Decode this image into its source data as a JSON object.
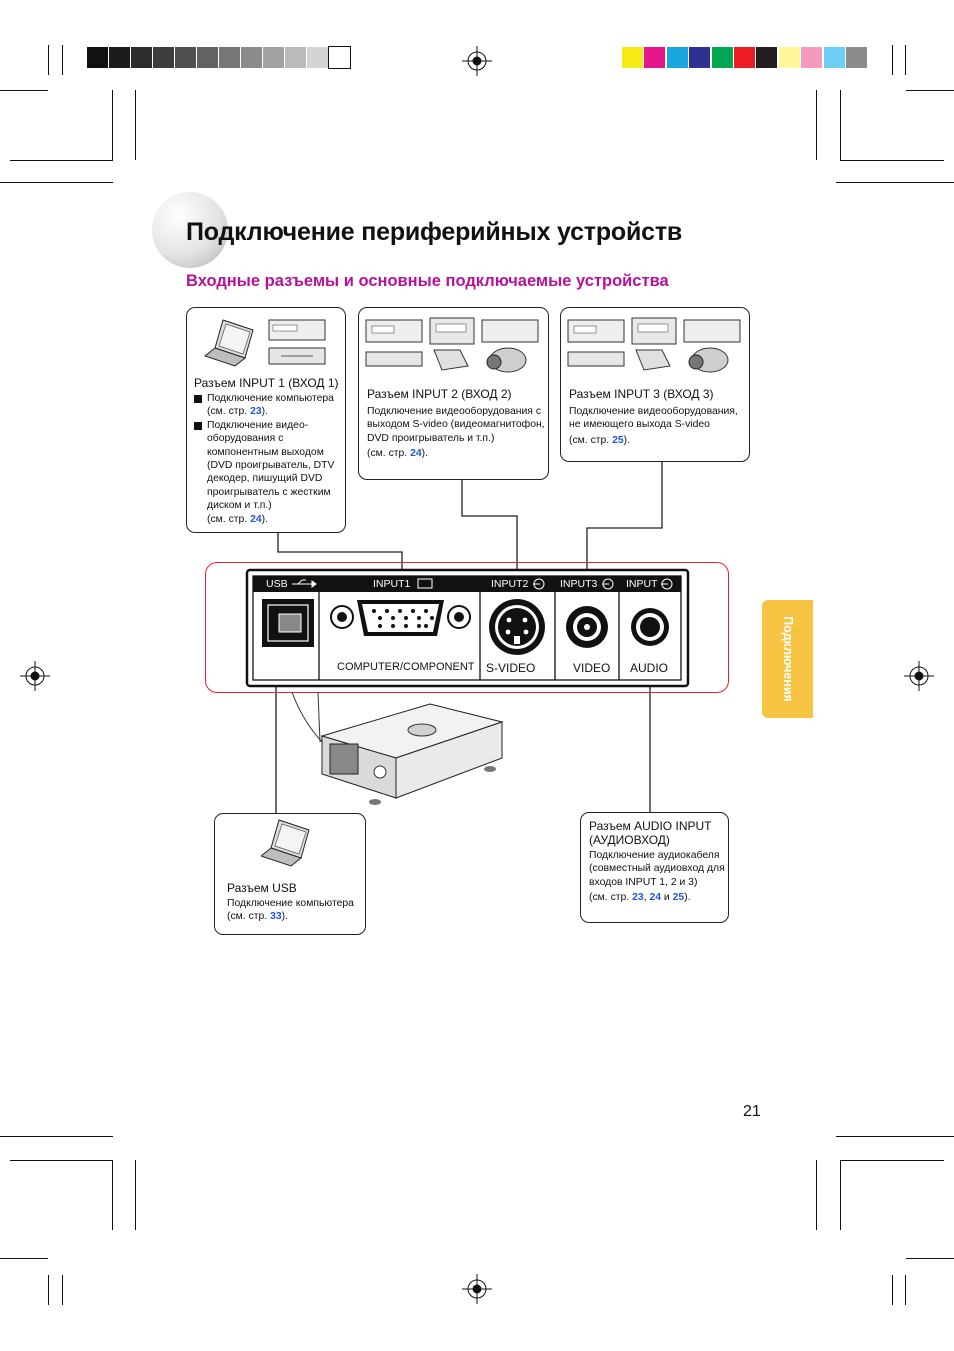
{
  "title": "Подключение периферийных устройств",
  "subtitle": "Входные разъемы и основные подключаемые устройства",
  "page_number": "21",
  "side_tab": "Подключения",
  "colors": {
    "subtitle": "#b5129c",
    "page_link": "#2255dd",
    "side_tab": "#f7c342",
    "panel_outline": "#e8202a"
  },
  "print_marks": {
    "grayscale_bar": [
      "#111111",
      "#1c1c1c",
      "#2c2c2c",
      "#3d3d3d",
      "#4f4f4f",
      "#626262",
      "#767676",
      "#8b8b8b",
      "#a2a2a2",
      "#bababa",
      "#d4d4d4",
      "#ffffff"
    ],
    "color_bar": [
      "#f5ea14",
      "#e5158a",
      "#1aa7e0",
      "#2e3192",
      "#00a651",
      "#ed1c24",
      "#231f20",
      "#fff799",
      "#f49ac1",
      "#6dcff6",
      "#8c8c8c"
    ]
  },
  "input1": {
    "heading": "Разъем INPUT 1 (ВХОД 1)",
    "item1_line1": "Подключение компьютера",
    "item1_ref": "(см. стр. ",
    "item1_page": "23",
    "item1_end": ").",
    "item2_lines": [
      "Подключение видео-",
      "оборудования с",
      "компонентным выходом",
      "(DVD проигрыватель, DTV",
      "декодер, пишущий DVD",
      "проигрыватель с жестким",
      "диском и т.п.)"
    ],
    "item2_ref": "(см. стр. ",
    "item2_page": "24",
    "item2_end": ")."
  },
  "input2": {
    "heading": "Разъем INPUT 2 (ВХОД 2)",
    "lines": [
      "Подключение видеооборудования с",
      "выходом S-video (видеомагнитофон,",
      "DVD проигрыватель и т.п.)"
    ],
    "ref": "(см. стр. ",
    "page": "24",
    "end": ")."
  },
  "input3": {
    "heading": "Разъем INPUT 3 (ВХОД 3)",
    "lines": [
      "Подключение видеооборудования,",
      "не имеющего выхода S-video"
    ],
    "ref": "(см. стр. ",
    "page": "25",
    "end": ")."
  },
  "usb": {
    "heading": "Разъем USB",
    "line": "Подключение компьютера",
    "ref": "(см. стр. ",
    "page": "33",
    "end": ")."
  },
  "audio": {
    "heading_lines": [
      "Разъем AUDIO INPUT",
      "(АУДИОВХОД)"
    ],
    "lines": [
      "Подключение аудиокабеля",
      "(совместный аудиовход для",
      "входов INPUT 1, 2 и 3)"
    ],
    "ref": "(см. стр. ",
    "page1": "23",
    "sep": ", ",
    "page2": "24",
    "and": " и ",
    "page3": "25",
    "end": ")."
  },
  "panel": {
    "usb_label": "USB",
    "input1_label": "INPUT1",
    "input2_label": "INPUT2",
    "input3_label": "INPUT3",
    "input_label": "INPUT",
    "computer_component": "COMPUTER/COMPONENT",
    "svideo": "S-VIDEO",
    "video": "VIDEO",
    "audio": "AUDIO"
  }
}
